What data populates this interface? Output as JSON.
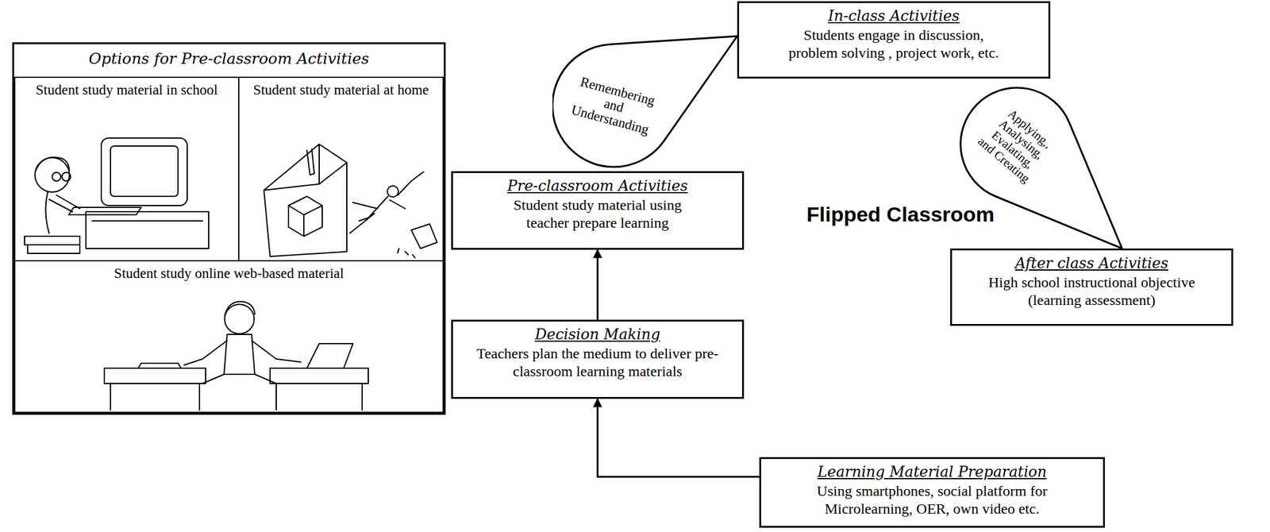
{
  "diagram": {
    "nodes": [
      {
        "text": [
          "Options for Pre-classroom Activities"
        ]
      },
      {
        "text": [
          "Student study material in school"
        ],
        "in": 0
      },
      {
        "text": [
          "Student study material at home"
        ],
        "in": 0
      },
      {
        "text": [
          "Student study online web-based material"
        ],
        "in": 0
      },
      {
        "text": [
          "Remembering and Understanding"
        ]
      },
      {
        "text": [
          "In-class Activities",
          "Students engage in discussion, problem solving , project work, etc."
        ]
      },
      {
        "text": [
          "Applying,, Analysing, Evalating, and Creating"
        ]
      },
      {
        "text": [
          "Pre-classroom Activities",
          "Student study material using teacher prepare learning"
        ]
      },
      {
        "text": [
          "After class Activities",
          "High school instructional objective (learning assessment)"
        ]
      },
      {
        "text": [
          "Decision Making",
          "Teachers plan the medium to deliver pre-classroom learning materials"
        ]
      },
      {
        "text": [
          "Learning Material Preparation",
          "Using smartphones, social platform for Microlearning, OER, own video etc."
        ]
      }
    ],
    "edges": [
      {
        "from": 10,
        "to": 9,
        "arrow": "to"
      },
      {
        "from": 9,
        "to": 7,
        "arrow": "to"
      }
    ],
    "labels": [
      "Flipped Classroom"
    ]
  }
}
